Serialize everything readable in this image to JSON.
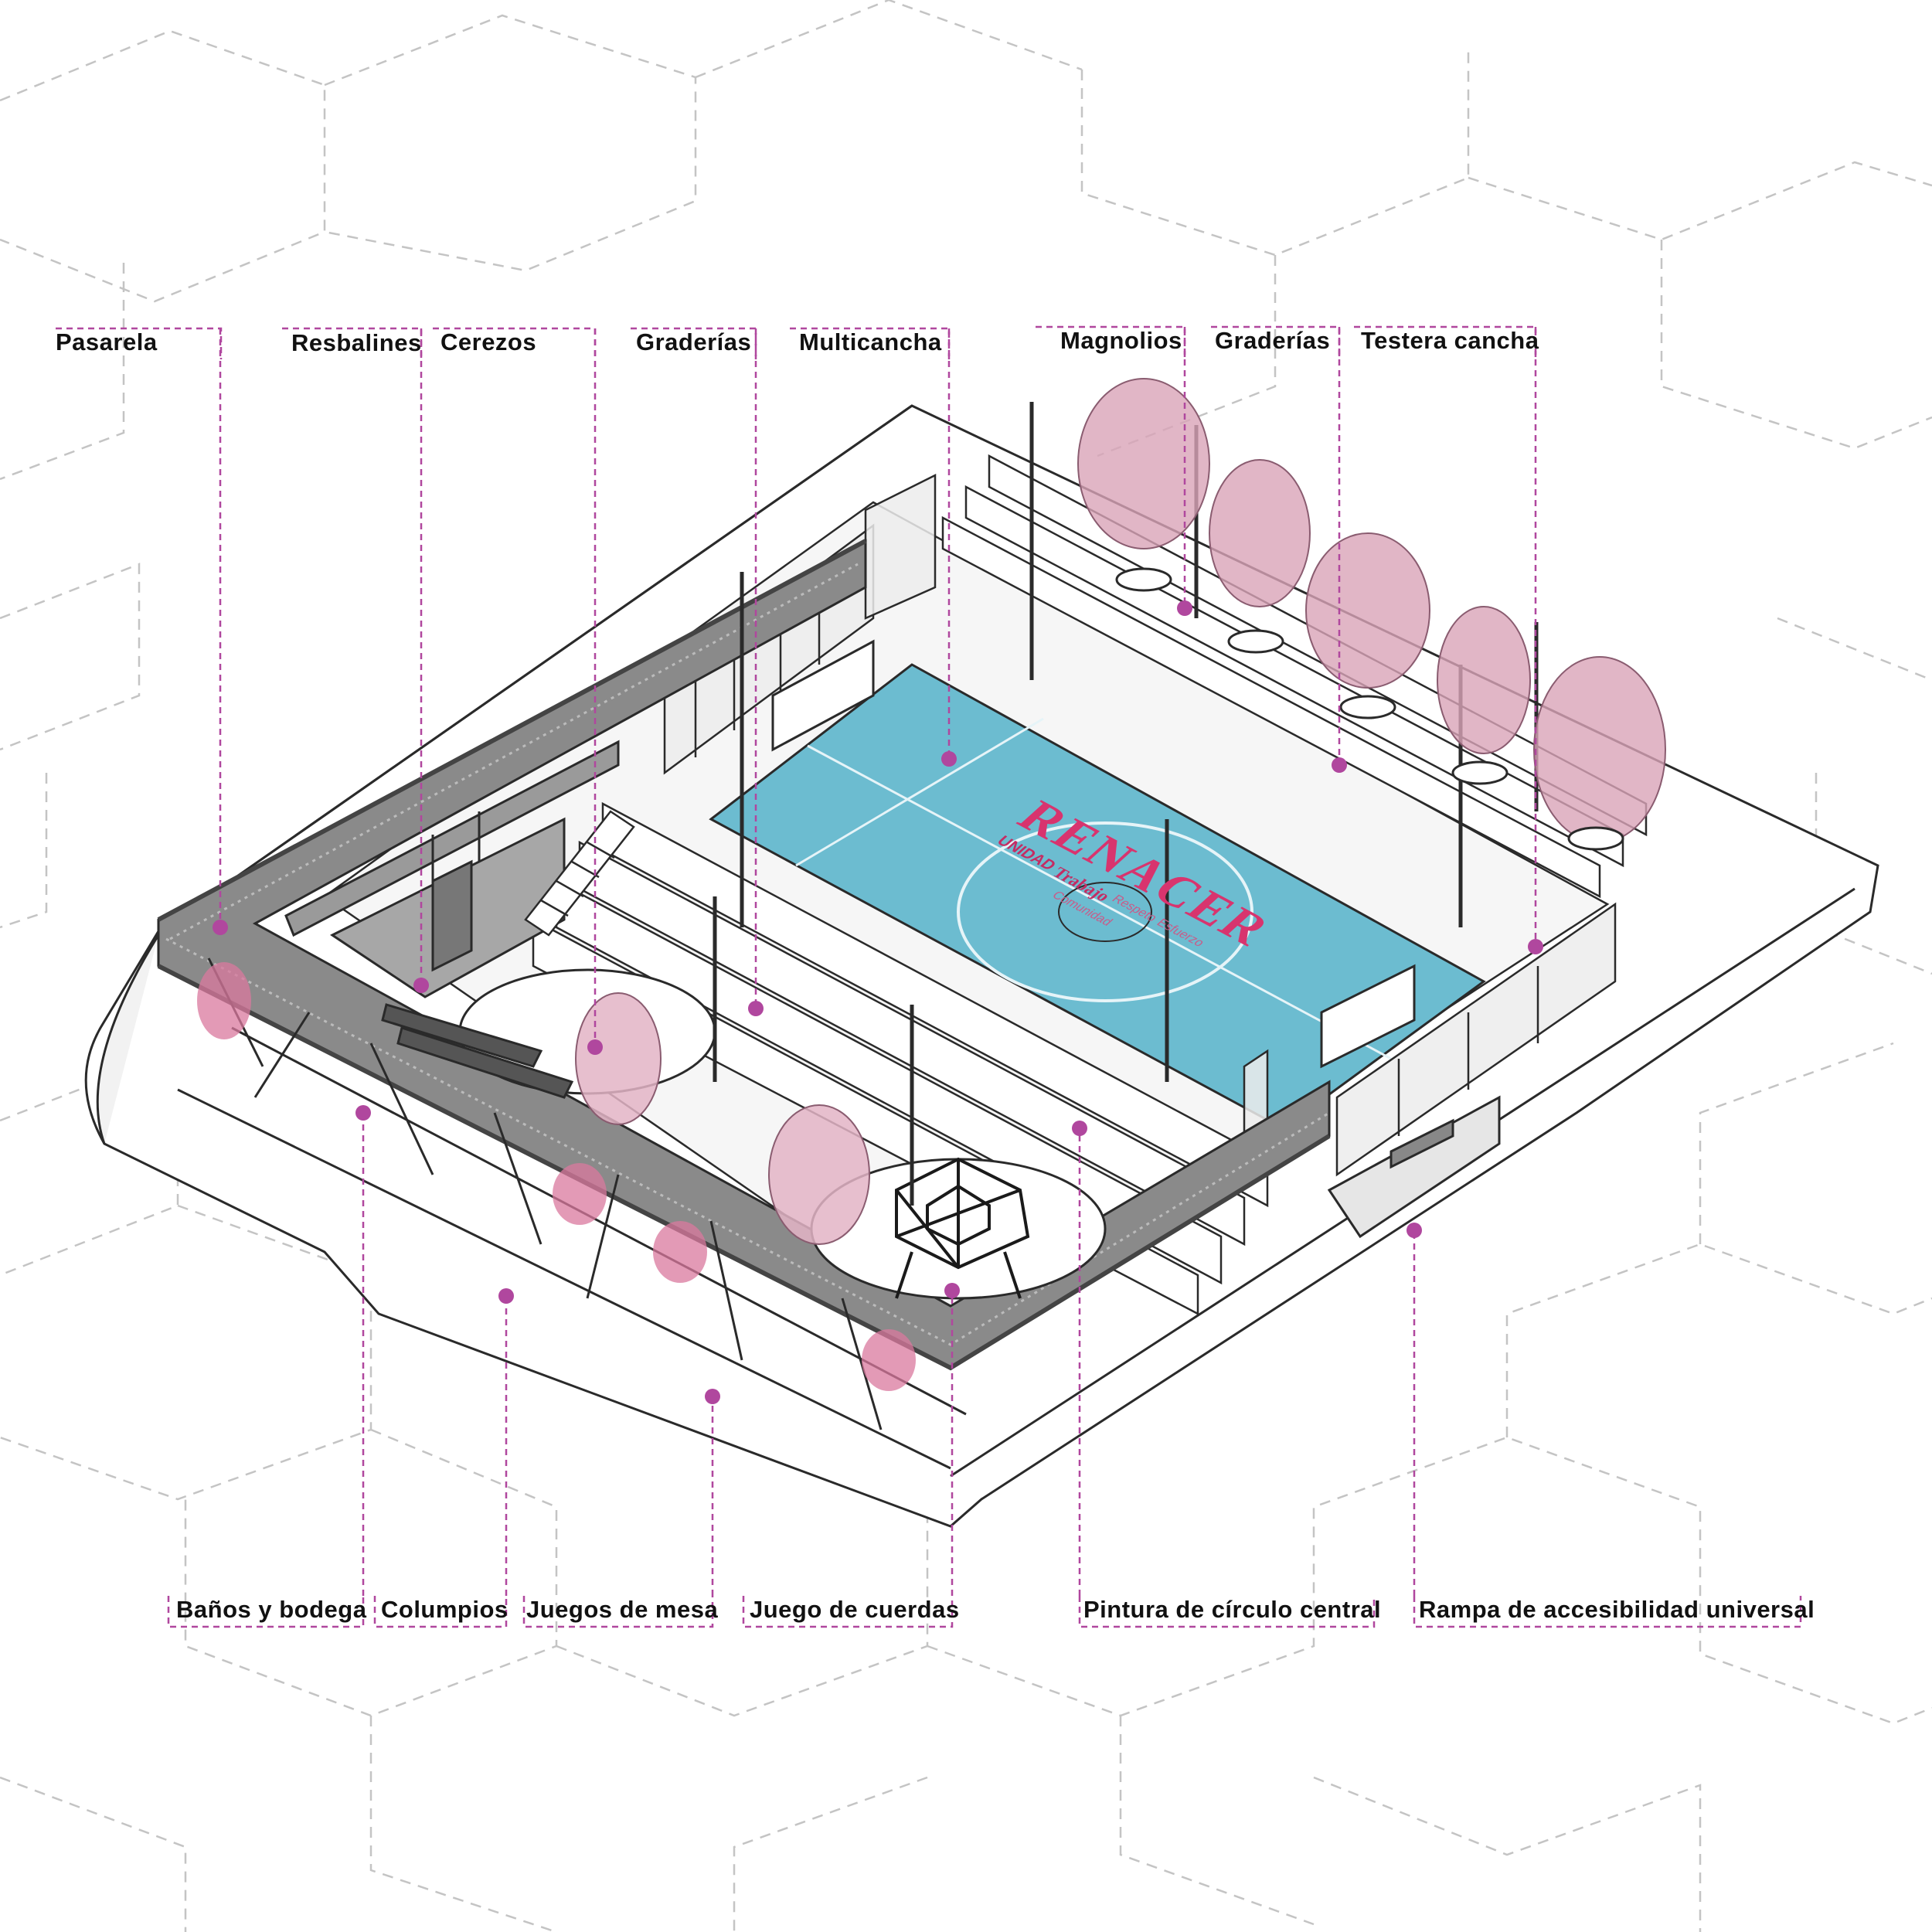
{
  "colors": {
    "court": "#6cbcd0",
    "accent": "#b0479e",
    "tree": "#d9a4b8",
    "line": "#2a2a2a",
    "background_lines": "#bdbdbd"
  },
  "top_labels": [
    {
      "id": "pasarela",
      "text": "Pasarela"
    },
    {
      "id": "resbalines",
      "text": "Resbalines"
    },
    {
      "id": "cerezos",
      "text": "Cerezos"
    },
    {
      "id": "graderias-1",
      "text": "Graderías"
    },
    {
      "id": "multicancha",
      "text": "Multicancha"
    },
    {
      "id": "magnolios",
      "text": "Magnolios"
    },
    {
      "id": "graderias-2",
      "text": "Graderías"
    },
    {
      "id": "testera-cancha",
      "text": "Testera cancha"
    }
  ],
  "bottom_labels": [
    {
      "id": "banos-bodega",
      "text": "Baños y bodega"
    },
    {
      "id": "columpios",
      "text": "Columpios"
    },
    {
      "id": "juegos-mesa",
      "text": "Juegos de mesa"
    },
    {
      "id": "juego-cuerdas",
      "text": "Juego de cuerdas"
    },
    {
      "id": "pintura-circulo",
      "text": "Pintura de círculo central"
    },
    {
      "id": "rampa-accesibilidad",
      "text": "Rampa de accesibilidad universal"
    }
  ],
  "court_text": {
    "main": "RENACER",
    "words": [
      "UNIDAD",
      "Trabajo",
      "Respeto",
      "Esfuerzo",
      "Comunidad"
    ]
  }
}
